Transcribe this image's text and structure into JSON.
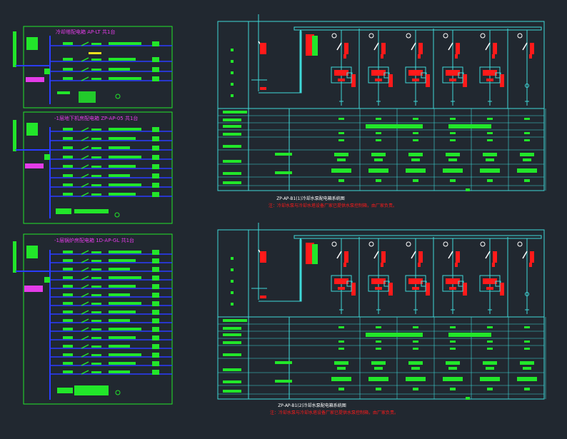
{
  "colors": {
    "background": "#212830",
    "green": "#22e62a",
    "blue": "#2a3cff",
    "cyan": "#3fd9d9",
    "magenta": "#e43ce8",
    "red": "#ff1a1a",
    "yellow": "#f0e020",
    "white": "#ffffff"
  },
  "left_panels": [
    {
      "title": "冷却塔配电箱  AP-LT 共1台"
    },
    {
      "title": "-1层地下机房配电箱  ZP-AP-05 共1台"
    },
    {
      "title": "-1层锅炉房配电箱  1D-AP-GL 共1台"
    }
  ],
  "right_panels": [
    {
      "caption": "ZP-AP-B1(1)冷却水泵配电箱系统图",
      "note": "注：冷却水泵与冷却水塔设备厂家已提供水泵控制箱，由厂家负责。"
    },
    {
      "caption": "ZP-AP-B1(2)冷却水泵配电箱系统图",
      "note": "注：冷却水泵与冷却水塔设备厂家已提供水泵控制箱，由厂家负责。"
    }
  ]
}
